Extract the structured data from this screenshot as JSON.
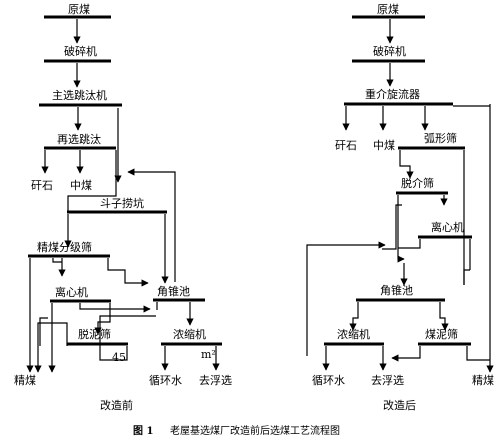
{
  "left": {
    "nodes": {
      "raw_coal": "原煤",
      "crusher": "破碎机",
      "main_jig": "主选跳汰机",
      "rejig": "再选跳汰",
      "gangue": "矸石",
      "middling": "中煤",
      "bucket_pit": "斗子捞坑",
      "clean_screen": "精煤分级筛",
      "centrifuge": "离心机",
      "cone_pool": "角锥池",
      "desliming_screen": "脱泥筛",
      "thickener": "浓缩机",
      "clean_coal": "精煤",
      "circ_water": "循环水",
      "to_flotation": "去浮选"
    },
    "marks": {
      "desliming_num": "45",
      "thickener_num": "m²"
    },
    "label": "改造前"
  },
  "right": {
    "nodes": {
      "raw_coal": "原煤",
      "crusher": "破碎机",
      "hydrocyclone": "重介旋流器",
      "gangue": "矸石",
      "middling": "中煤",
      "arc_screen": "弧形筛",
      "dewater_screen": "脱介筛",
      "centrifuge": "离心机",
      "cone_pool": "角锥池",
      "thickener": "浓缩机",
      "slime_screen": "煤泥筛",
      "circ_water": "循环水",
      "to_flotation": "去浮选",
      "clean_coal": "精煤"
    },
    "label": "改造后"
  },
  "caption": {
    "figure_no": "图 1",
    "text": "老屋基选煤厂改造前后选煤工艺流程图"
  }
}
